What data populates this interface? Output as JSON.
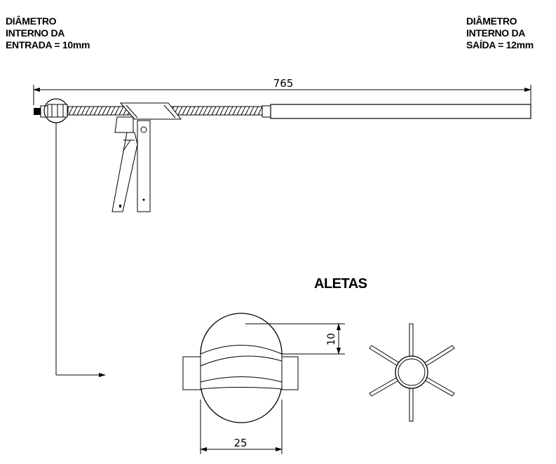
{
  "labels": {
    "inlet": [
      "DIÂMETRO",
      "INTERNO DA",
      "ENTRADA = 10mm"
    ],
    "outlet": [
      "DIÂMETRO",
      "INTERNO DA",
      "SAÍDA = 12mm"
    ],
    "section_title": "ALETAS"
  },
  "dimensions": {
    "overall_length": "765",
    "fin_height": "10",
    "fin_width": "25"
  }
}
